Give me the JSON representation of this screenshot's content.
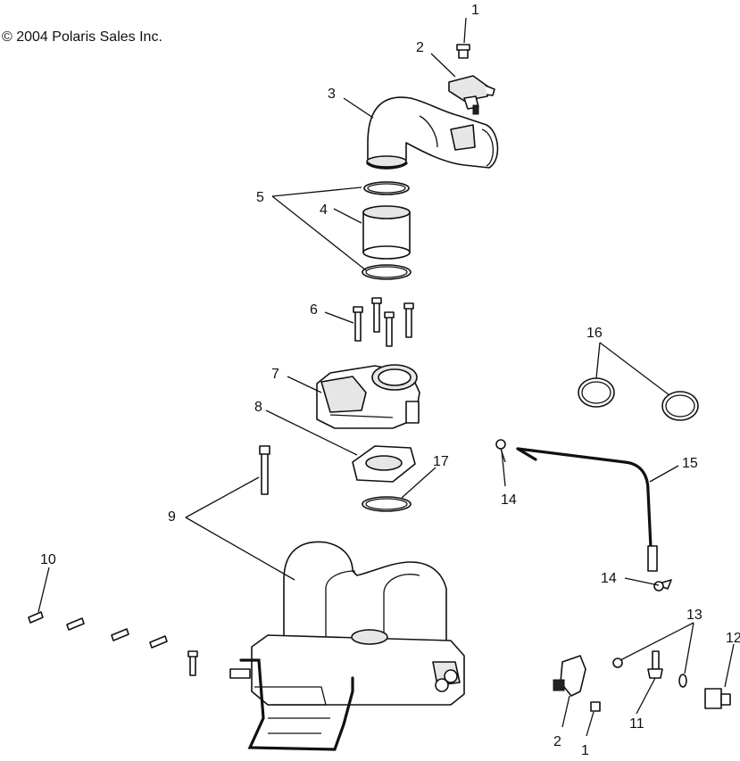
{
  "copyright": "© 2004 Polaris Sales Inc.",
  "callouts": [
    {
      "id": "c1a",
      "text": "1"
    },
    {
      "id": "c2a",
      "text": "2"
    },
    {
      "id": "c3",
      "text": "3"
    },
    {
      "id": "c4",
      "text": "4"
    },
    {
      "id": "c5",
      "text": "5"
    },
    {
      "id": "c6",
      "text": "6"
    },
    {
      "id": "c7",
      "text": "7"
    },
    {
      "id": "c8",
      "text": "8"
    },
    {
      "id": "c9",
      "text": "9"
    },
    {
      "id": "c10",
      "text": "10"
    },
    {
      "id": "c11",
      "text": "11"
    },
    {
      "id": "c12",
      "text": "12"
    },
    {
      "id": "c13",
      "text": "13"
    },
    {
      "id": "c14a",
      "text": "14"
    },
    {
      "id": "c14b",
      "text": "14"
    },
    {
      "id": "c15",
      "text": "15"
    },
    {
      "id": "c16",
      "text": "16"
    },
    {
      "id": "c17",
      "text": "17"
    },
    {
      "id": "c2b",
      "text": "2"
    },
    {
      "id": "c1b",
      "text": "1"
    }
  ]
}
